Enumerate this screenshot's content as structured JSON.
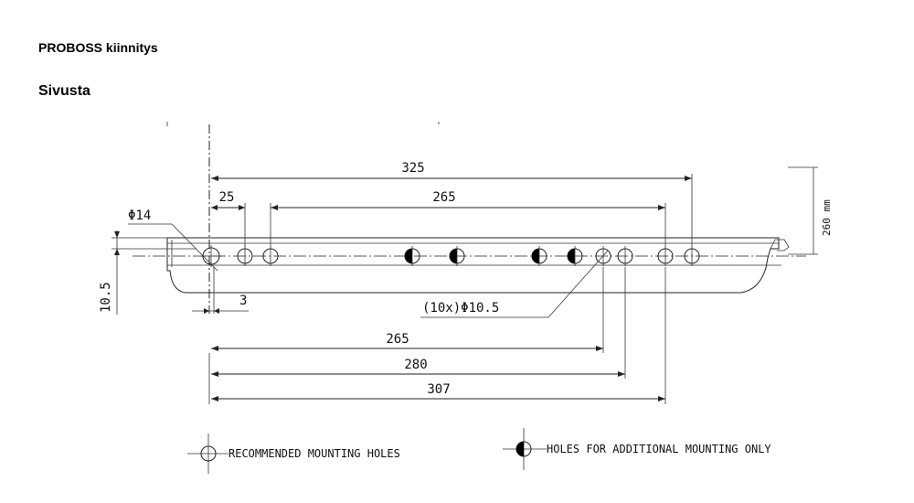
{
  "header": {
    "title": "PROBOSS kiinnitys",
    "subtitle": "Sivusta"
  },
  "drawing": {
    "dim_325": "325",
    "dim_25": "25",
    "dim_265_top": "265",
    "dim_d14": "Φ14",
    "dim_10_5": "10.5",
    "dim_3": "3",
    "dim_holes": "(10x)Φ10.5",
    "dim_265_bottom": "265",
    "dim_280": "280",
    "dim_307": "307",
    "dim_260mm": "260 mm"
  },
  "legend": {
    "recommended": "RECOMMENDED MOUNTING HOLES",
    "additional": "HOLES FOR ADDITIONAL MOUNTING ONLY"
  }
}
